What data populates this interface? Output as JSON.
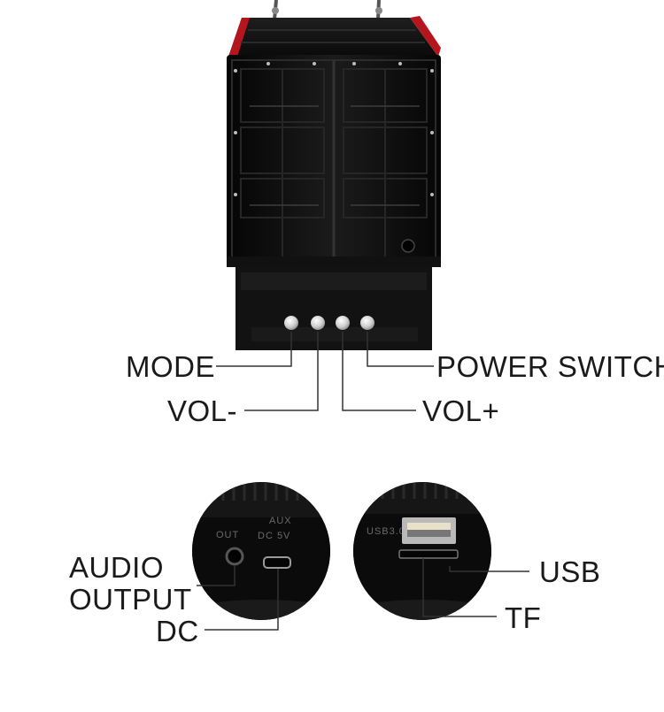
{
  "speaker": {
    "colors": {
      "body": "#0d0d0d",
      "accent": "#b5161d",
      "button": "#d9d9d9"
    }
  },
  "top_labels": {
    "mode": "MODE",
    "power_switch": "POWER SWITCH",
    "vol_minus": "VOL-",
    "vol_plus": "VOL+"
  },
  "left_closeup": {
    "panel_text_out": "OUT",
    "panel_text_aux": "AUX",
    "panel_text_dc": "DC 5V",
    "label_audio_line1": "AUDIO",
    "label_audio_line2": "OUTPUT",
    "label_dc": "DC"
  },
  "right_closeup": {
    "panel_text_usb": "USB3.0",
    "label_usb": "USB",
    "label_tf": "TF"
  }
}
